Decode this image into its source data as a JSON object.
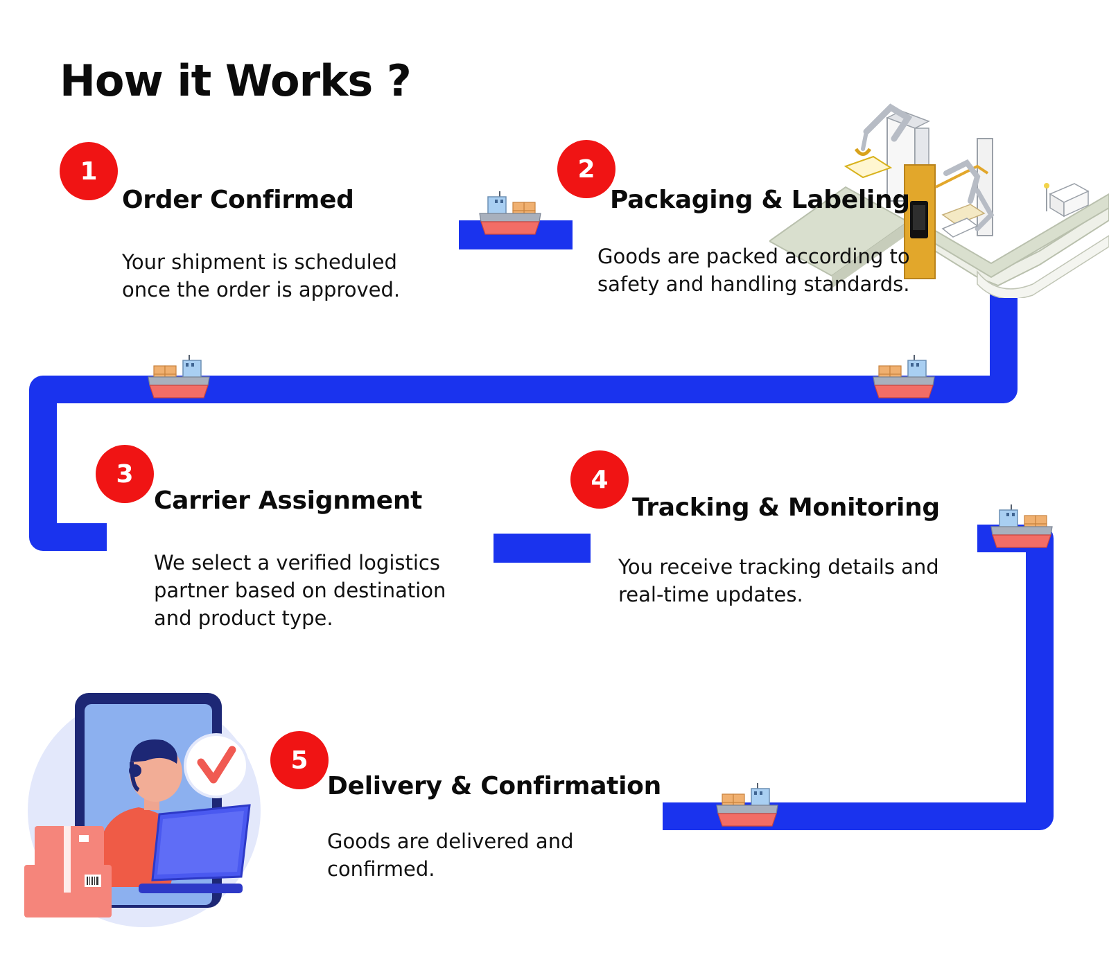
{
  "heading": "How it Works ?",
  "steps": [
    {
      "number": "1",
      "title": "Order Confirmed",
      "description": "Your shipment is scheduled once the order is approved."
    },
    {
      "number": "2",
      "title": "Packaging & Labeling",
      "description": "Goods are packed according to safety and handling standards."
    },
    {
      "number": "3",
      "title": "Carrier Assignment",
      "description": "We select a verified logistics partner based on destination and product type."
    },
    {
      "number": "4",
      "title": "Tracking & Monitoring",
      "description": "You receive tracking details and real-time updates."
    },
    {
      "number": "5",
      "title": "Delivery & Confirmation",
      "description": "Goods are delivered and confirmed."
    }
  ],
  "colors": {
    "path": "#1a33ee",
    "badge": "#f01414",
    "ship_hull": "#f26d66",
    "ship_deck": "#a8b0bd",
    "cargo": "#f0b070",
    "cabin": "#a9cff2"
  },
  "illustrations": {
    "ship": "cargo-ship-icon",
    "factory": "robotic-packaging-line-illustration",
    "support": "customer-support-agent-illustration"
  }
}
